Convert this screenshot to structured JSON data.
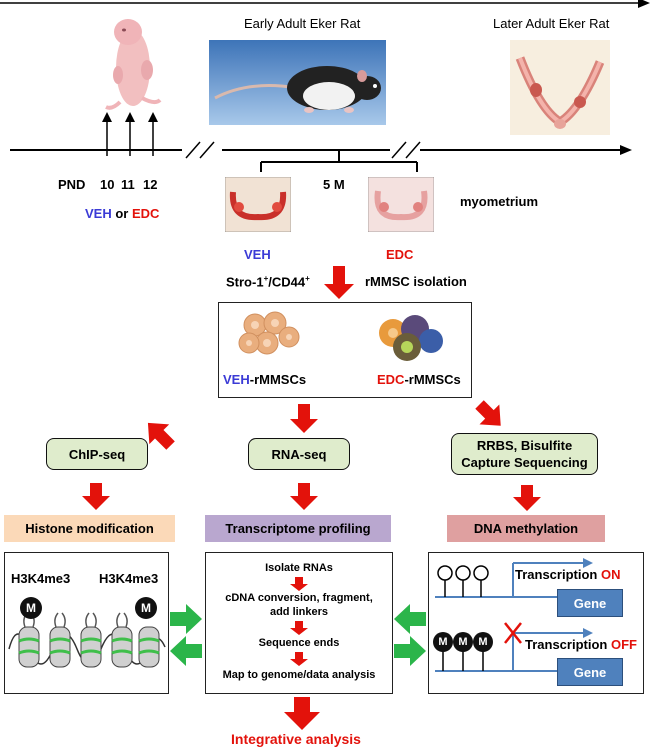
{
  "header": {
    "early_label": "Early Adult Eker Rat",
    "later_label": "Later Adult Eker Rat"
  },
  "timeline": {
    "pnd": "PND",
    "days": [
      "10",
      "11",
      "12"
    ],
    "treatment_veh": "VEH",
    "treatment_or": "or",
    "treatment_edc": "EDC",
    "age": "5 M",
    "tissue": "myometrium"
  },
  "tissues": {
    "veh_label": "VEH",
    "edc_label": "EDC"
  },
  "isolation": {
    "marker_base": "Stro-1",
    "marker_sup1": "+",
    "marker_mid": "/CD44",
    "marker_sup2": "+",
    "method": "rMMSC isolation"
  },
  "cells": {
    "veh_prefix": "VEH",
    "veh_suffix": "-rMMSCs",
    "edc_prefix": "EDC",
    "edc_suffix": "-rMMSCs"
  },
  "methods": {
    "chip": "ChIP-seq",
    "rna": "RNA-seq",
    "rrbs_line1": "RRBS, Bisulfite",
    "rrbs_line2": "Capture Sequencing"
  },
  "outcomes": {
    "histone": "Histone modification",
    "transcriptome": "Transcriptome profiling",
    "methylation": "DNA methylation"
  },
  "histone_panel": {
    "mark_left": "H3K4me3",
    "mark_right": "H3K4me3",
    "methyl": "M"
  },
  "rna_steps": {
    "step1": "Isolate RNAs",
    "step2_line1": "cDNA conversion, fragment,",
    "step2_line2": "add linkers",
    "step3": "Sequence ends",
    "step4": "Map to genome/data analysis"
  },
  "methylation_panel": {
    "transcription": "Transcription",
    "on": "ON",
    "off": "OFF",
    "gene": "Gene",
    "methyl": "M"
  },
  "footer": {
    "integrative": "Integrative analysis"
  },
  "colors": {
    "veh_blue": "#3b3bd6",
    "edc_red": "#e3120b",
    "arrow_red": "#e3120b",
    "arrow_green": "#2bb54a",
    "method_fill": "#dfeccc",
    "histone_band": "#fbd9b8",
    "transcriptome_band": "#b9a7cf",
    "methylation_band": "#dfa0a0",
    "gene_box": "#4f81bd"
  }
}
